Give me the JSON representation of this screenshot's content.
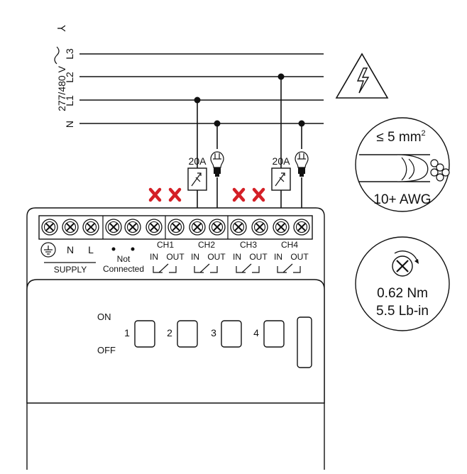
{
  "supply_voltage": "277/480 V",
  "phase_symbol": "⅄",
  "lines": [
    "L3",
    "L2",
    "L1",
    "N"
  ],
  "breaker_rating": "20A",
  "terminal_labels": {
    "earth_symbol": "⏚",
    "n": "N",
    "l": "L",
    "supply": "SUPPLY",
    "not_connected_line1": "Not",
    "not_connected_line2": "Connected",
    "channels": [
      {
        "name": "CH1",
        "in": "IN",
        "out": "OUT"
      },
      {
        "name": "CH2",
        "in": "IN",
        "out": "OUT"
      },
      {
        "name": "CH3",
        "in": "IN",
        "out": "OUT"
      },
      {
        "name": "CH4",
        "in": "IN",
        "out": "OUT"
      }
    ]
  },
  "switches": {
    "on_label": "ON",
    "off_label": "OFF",
    "numbers": [
      "1",
      "2",
      "3",
      "4"
    ]
  },
  "wire_spec": {
    "max_size_prefix": "≤ 5 mm",
    "max_size_superscript": "2",
    "awg": "10+ AWG"
  },
  "torque_spec": {
    "nm": "0.62 Nm",
    "lbin": "5.5 Lb-in"
  },
  "colors": {
    "line": "#111111",
    "warning_x": "#d42027"
  }
}
